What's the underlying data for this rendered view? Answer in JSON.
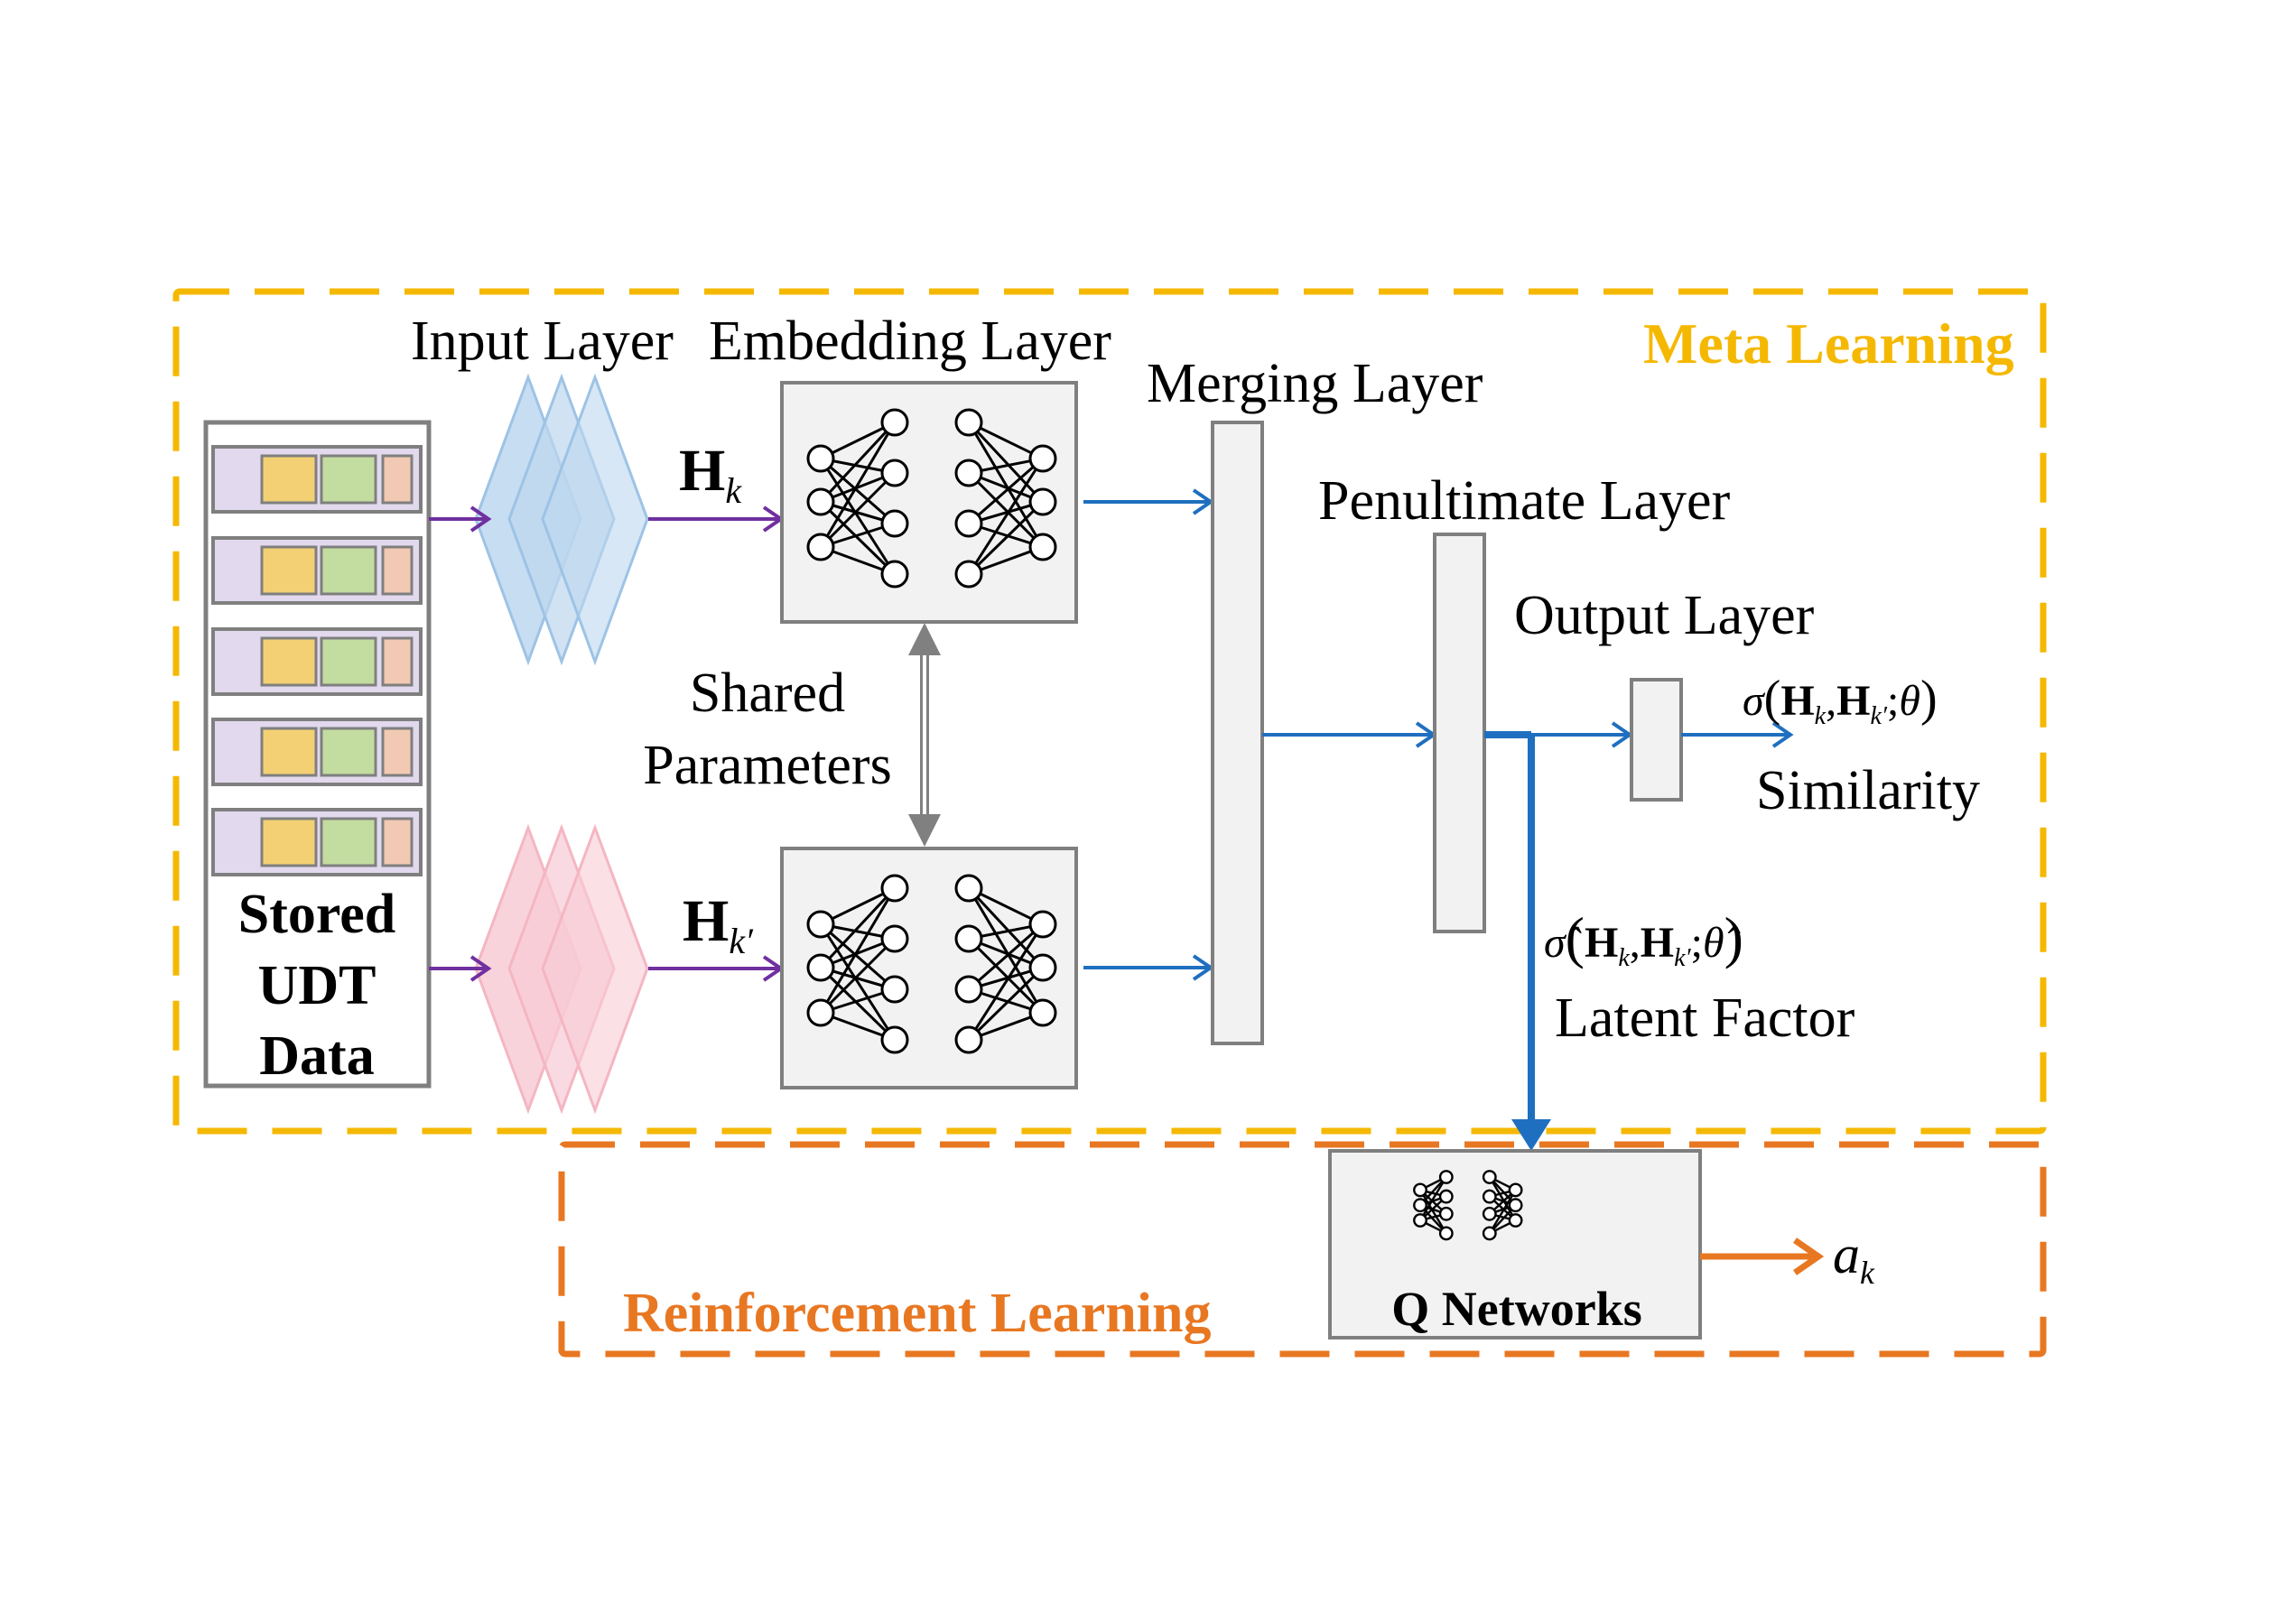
{
  "regions": {
    "meta_learning": {
      "label": "Meta Learning",
      "color": "#F5B800"
    },
    "reinforcement_learning": {
      "label": "Reinforcement Learning",
      "color": "#E87722"
    }
  },
  "stored_data": {
    "line1": "Stored",
    "line2": "UDT",
    "line3": "Data"
  },
  "layers": {
    "input": "Input Layer",
    "embedding": "Embedding Layer",
    "merging": "Merging Layer",
    "penultimate": "Penultimate Layer",
    "output": "Output Layer"
  },
  "shared": {
    "line1": "Shared",
    "line2": "Parameters"
  },
  "math": {
    "h_k": {
      "base": "H",
      "sub": "k"
    },
    "h_k_prime": {
      "base": "H",
      "sub": "k′"
    },
    "similarity_expr": {
      "func": "σ",
      "arg1": "H",
      "sub1": "k",
      "arg2": "H",
      "sub2": "k′",
      "param": "θ"
    },
    "latent_expr": {
      "func": "σ̂",
      "arg1": "H",
      "sub1": "k",
      "arg2": "H",
      "sub2": "k′",
      "param": "θ̂"
    },
    "action": {
      "base": "a",
      "sub": "k"
    }
  },
  "outputs": {
    "similarity": "Similarity",
    "latent": "Latent Factor"
  },
  "q_networks": "Q Networks",
  "colors": {
    "purple_arrow": "#7030A0",
    "blue_arrow": "#1F6FC0",
    "orange_arrow": "#E87722",
    "gray_arrow": "#808080",
    "top_branch": "#9DC3E6",
    "bottom_branch": "#F4B6C2",
    "cell_purple": "#E2D9EE",
    "cell_yellow": "#F3D073",
    "cell_green": "#C3DCA0",
    "cell_peach": "#F2C9B2"
  }
}
